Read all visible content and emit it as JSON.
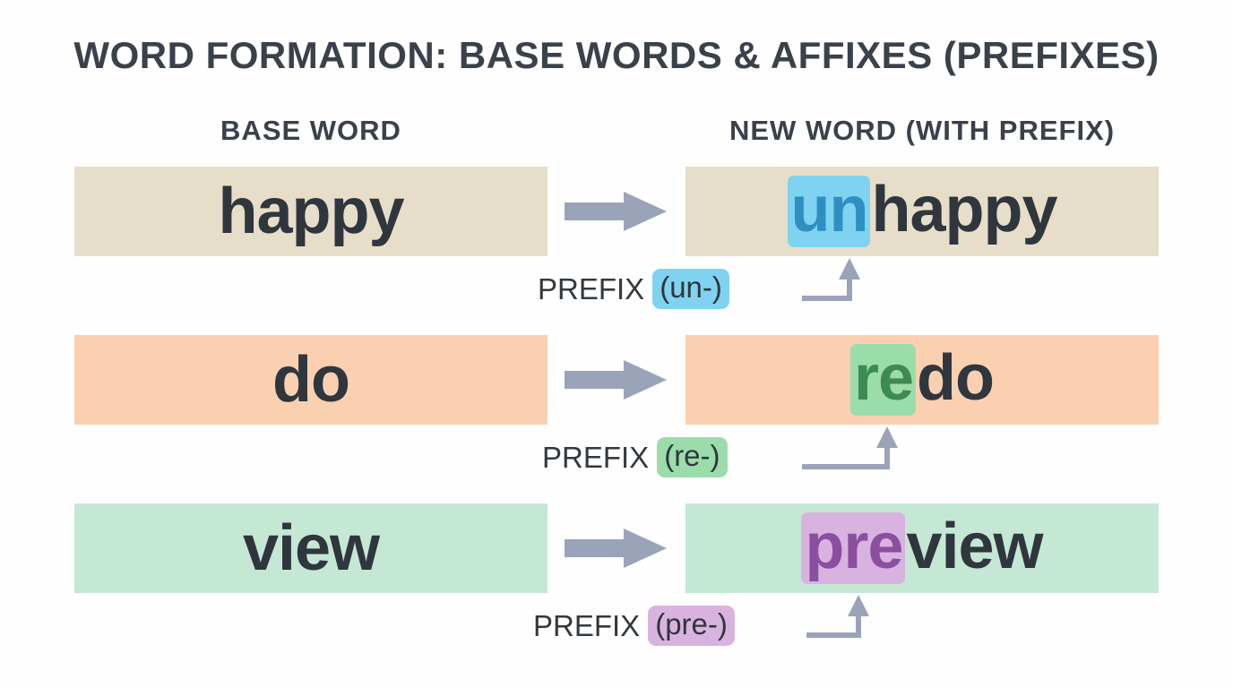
{
  "title": "WORD FORMATION: BASE WORDS & AFFIXES (PREFIXES)",
  "headers": {
    "base": "BASE WORD",
    "new": "NEW WORD (WITH PREFIX)"
  },
  "colors": {
    "page_background": "#fefefe",
    "title_text": "#3a414b",
    "word_text": "#2f363d",
    "arrow": "#9aa3b8",
    "connector": "#9aa3b8"
  },
  "rows": [
    {
      "base_word": "happy",
      "prefix": "un",
      "remainder": "happy",
      "new_word": "unhappy",
      "annotation_label": "PREFIX",
      "annotation_chip": "(un-)",
      "row_background": "#e7dec9",
      "prefix_highlight_bg": "#7fd3f0",
      "prefix_text_color": "#2e8fc0",
      "chip_bg": "#7fd3f0"
    },
    {
      "base_word": "do",
      "prefix": "re",
      "remainder": "do",
      "new_word": "redo",
      "annotation_label": "PREFIX",
      "annotation_chip": "(re-)",
      "row_background": "#fad0b0",
      "prefix_highlight_bg": "#9bdcab",
      "prefix_text_color": "#3d8b52",
      "chip_bg": "#9bdcab"
    },
    {
      "base_word": "view",
      "prefix": "pre",
      "remainder": "view",
      "new_word": "preview",
      "annotation_label": "PREFIX",
      "annotation_chip": "(pre-)",
      "row_background": "#c5e8d4",
      "prefix_highlight_bg": "#d9b3e0",
      "prefix_text_color": "#8b4fa0",
      "chip_bg": "#d9b3e0"
    }
  ],
  "icons": {
    "transform_arrow": "right-block-arrow",
    "connector_arrow": "elbow-up-arrow"
  }
}
